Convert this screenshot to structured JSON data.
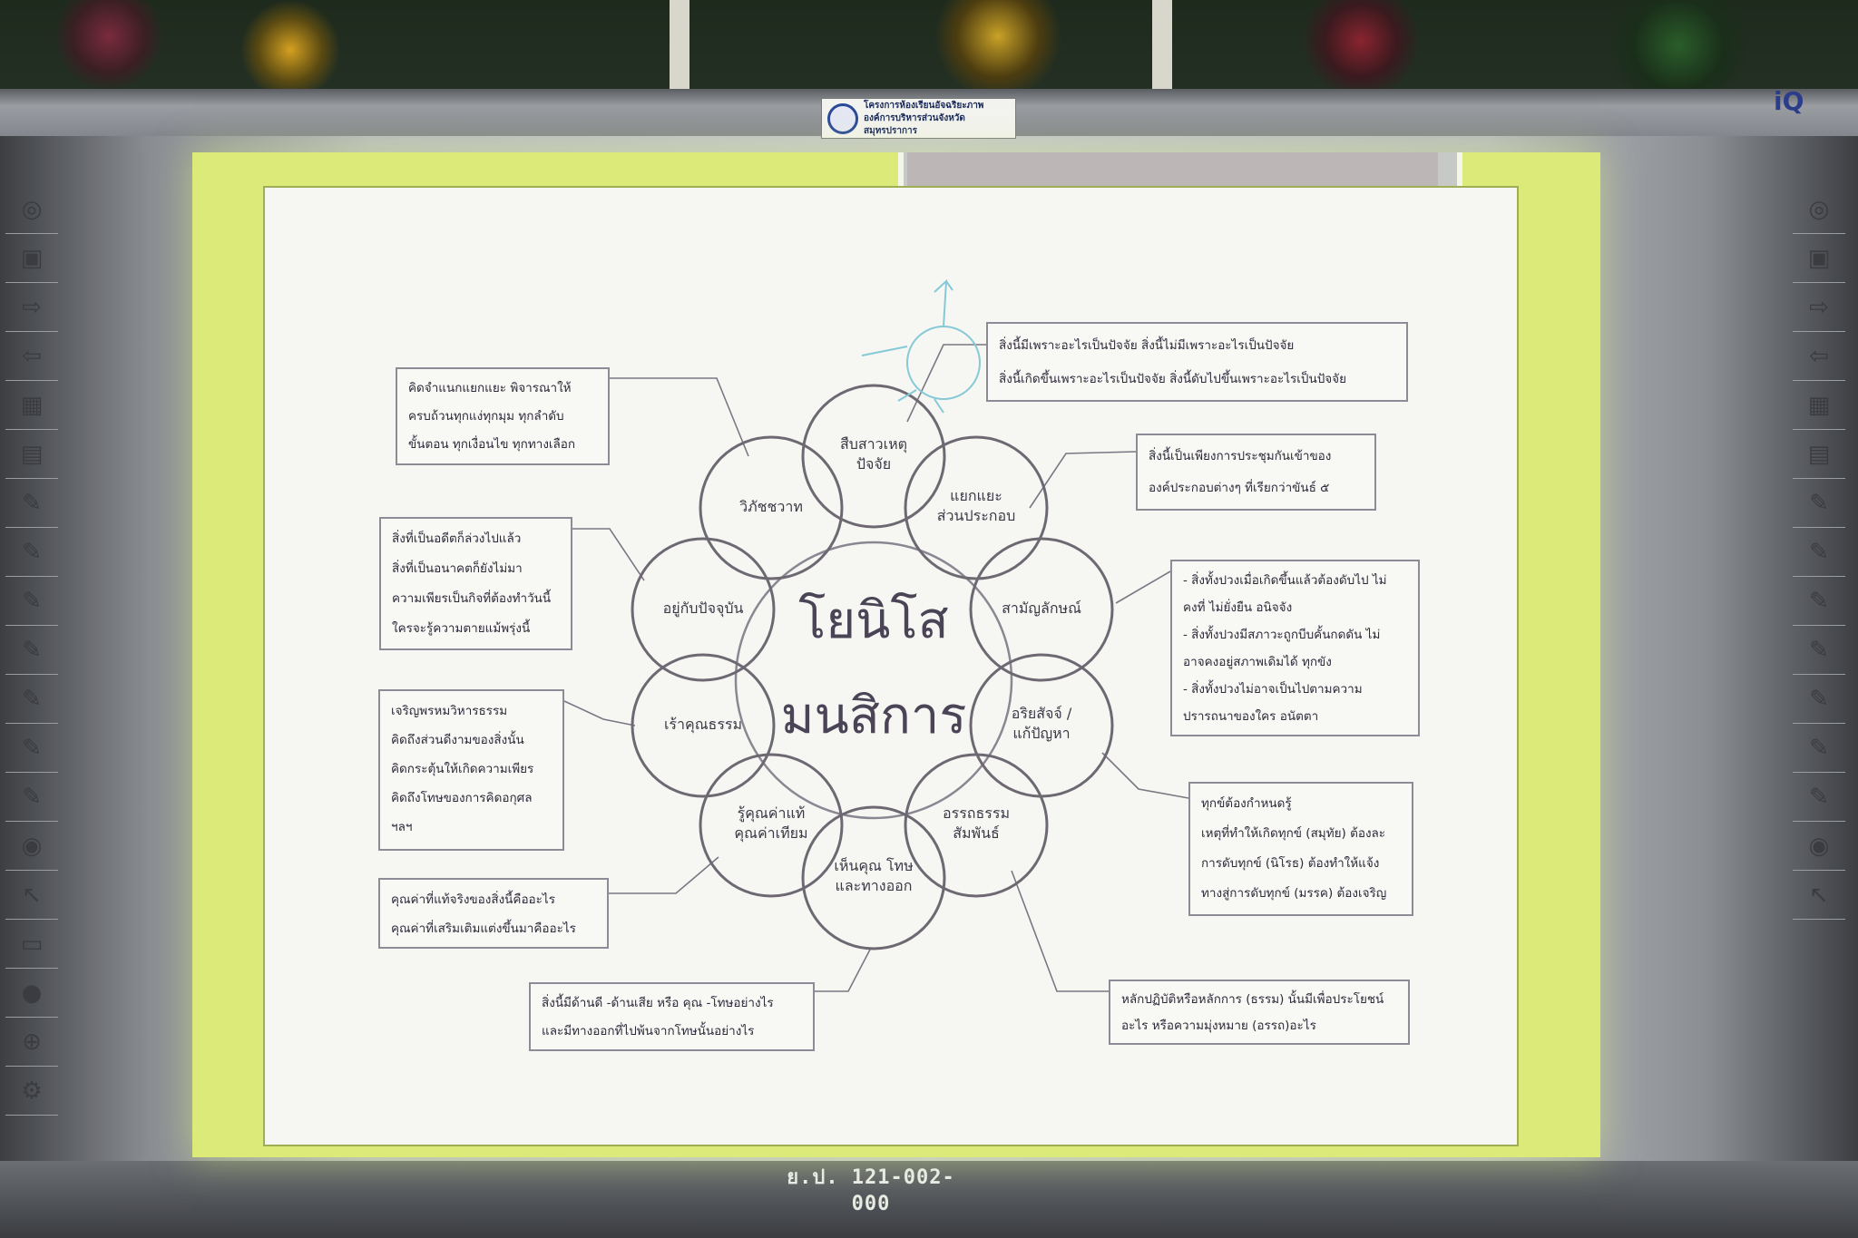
{
  "sign": {
    "line1": "โครงการห้องเรียนอัจฉริยะภาพ",
    "line2": "องค์การบริหารส่วนจังหวัดสมุทรปราการ"
  },
  "brand_mark": "iQ",
  "serial": "ย.ป. 121-002-000",
  "diagram": {
    "title_line1": "โยนิโส",
    "title_line2": "มนสิการ",
    "nodes": [
      {
        "line1": "สืบสาวเหตุ",
        "line2": "ปัจจัย"
      },
      {
        "line1": "แยกแยะ",
        "line2": "ส่วนประกอบ"
      },
      {
        "line1": "สามัญลักษณ์",
        "line2": ""
      },
      {
        "line1": "อริยสัจจ์ /",
        "line2": "แก้ปัญหา"
      },
      {
        "line1": "อรรถธรรม",
        "line2": "สัมพันธ์"
      },
      {
        "line1": "เห็นคุณ โทษ",
        "line2": "และทางออก"
      },
      {
        "line1": "รู้คุณค่าแท้",
        "line2": "คุณค่าเทียม"
      },
      {
        "line1": "เร้าคุณธรรม",
        "line2": ""
      },
      {
        "line1": "อยู่กับปัจจุบัน",
        "line2": ""
      },
      {
        "line1": "วิภัชชวาท",
        "line2": ""
      }
    ],
    "boxes": [
      {
        "lines": [
          "สิ่งนี้มีเพราะอะไรเป็นปัจจัย สิ่งนี้ไม่มีเพราะอะไรเป็นปัจจัย",
          "สิ่งนี้เกิดขึ้นเพราะอะไรเป็นปัจจัย  สิ่งนี้ดับไปขึ้นเพราะอะไรเป็นปัจจัย"
        ]
      },
      {
        "lines": [
          "สิ่งนี้เป็นเพียงการประชุมกันเข้าของ",
          "องค์ประกอบต่างๆ ที่เรียกว่าขันธ์ ๕"
        ]
      },
      {
        "lines": [
          "- สิ่งทั้งปวงเมื่อเกิดขึ้นแล้วต้องดับไป ไม่",
          "คงที่ ไม่ยั่งยืน อนิจจัง",
          "- สิ่งทั้งปวงมีสภาวะถูกบีบคั้นกดดัน ไม่",
          "อาจคงอยู่สภาพเดิมได้ ทุกขัง",
          "- สิ่งทั้งปวงไม่อาจเป็นไปตามความ",
          "ปรารถนาของใคร อนัตตา"
        ]
      },
      {
        "lines": [
          "ทุกข์ต้องกำหนดรู้",
          "เหตุที่ทำให้เกิดทุกข์ (สมุทัย) ต้องละ",
          "การดับทุกข์ (นิโรธ) ต้องทำให้แจ้ง",
          "ทางสู่การดับทุกข์ (มรรค) ต้องเจริญ"
        ]
      },
      {
        "lines": [
          "หลักปฏิบัติหรือหลักการ (ธรรม) นั้นมีเพื่อประโยชน์",
          "อะไร หรือความมุ่งหมาย (อรรถ)อะไร"
        ]
      },
      {
        "lines": [
          "สิ่งนี้มีด้านดี -ด้านเสีย หรือ คุณ -โทษอย่างไร",
          "และมีทางออกที่ไปพ้นจากโทษนั้นอย่างไร"
        ]
      },
      {
        "lines": [
          "คุณค่าที่แท้จริงของสิ่งนี้คืออะไร",
          "คุณค่าที่เสริมเติมแต่งขึ้นมาคืออะไร"
        ]
      },
      {
        "lines": [
          "เจริญพรหมวิหารธรรม",
          "คิดถึงส่วนดีงามของสิ่งนั้น",
          "คิดกระตุ้นให้เกิดความเพียร",
          "คิดถึงโทษของการคิดอกุศล",
          "ฯลฯ"
        ]
      },
      {
        "lines": [
          "สิ่งที่เป็นอดีตก็ล่วงไปแล้ว",
          "สิ่งที่เป็นอนาคตก็ยังไม่มา",
          "ความเพียรเป็นกิจที่ต้องทำวันนี้",
          "ใครจะรู้ความตายแม้พรุ่งนี้"
        ]
      },
      {
        "lines": [
          "คิดจำแนกแยกแยะ พิจารณาให้",
          "ครบถ้วนทุกแง่ทุกมุม ทุกลำดับ",
          "ขั้นตอน ทุกเงื่อนไข ทุกทางเลือก"
        ]
      }
    ]
  },
  "toolbar_left": [
    "PC",
    "New Page",
    "Next Page",
    "Previous Page",
    "List Page",
    "Template",
    "Normal Pen",
    "Smart Pen",
    "Black Pen",
    "Red Pen",
    "Blue Pen",
    "Green Pen",
    "Highlighter",
    "Eraser",
    "Select",
    "Screen",
    "Record",
    "Zoom",
    "Settings"
  ],
  "toolbar_right": [
    "PC",
    "New Page",
    "Next Page",
    "Previous Page",
    "List Page",
    "Template",
    "Normal Pen",
    "Smart Pen",
    "Black Pen",
    "Red Pen",
    "Blue Pen",
    "Green Pen",
    "Highlighter",
    "Eraser",
    "Select"
  ],
  "colors": {
    "projection": "#dcea7a",
    "slide": "#f6f7f3",
    "circle_stroke": "#6d6872",
    "annotation_pen": "#86c9d6"
  }
}
